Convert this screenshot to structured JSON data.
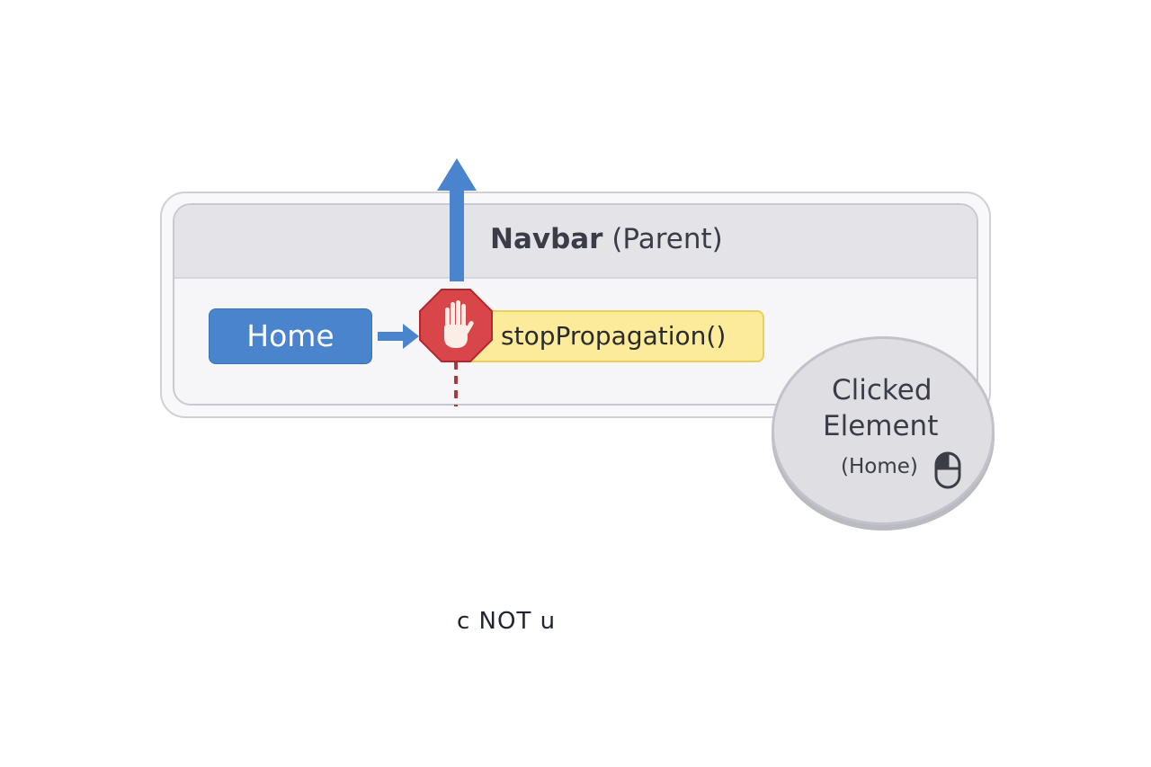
{
  "navbar": {
    "title_strong": "Navbar",
    "title_paren": "(Parent)"
  },
  "home_button": {
    "label": "Home"
  },
  "stop_propagation": {
    "code": "stopPropagation()"
  },
  "clicked_element": {
    "line1": "Clicked",
    "line2": "Element",
    "line3": "(Home)"
  },
  "bottom_fragment": {
    "text": "c NOT  u"
  },
  "colors": {
    "home_blue": "#4a84cc",
    "arrow_blue": "#4a84cc",
    "stop_red": "#d8464a",
    "code_yellow": "#fbeb9a",
    "dashed_red": "#a63a3c"
  },
  "icons": [
    "stop-hand-icon",
    "mouse-icon",
    "arrow-up-icon",
    "arrow-right-icon"
  ]
}
